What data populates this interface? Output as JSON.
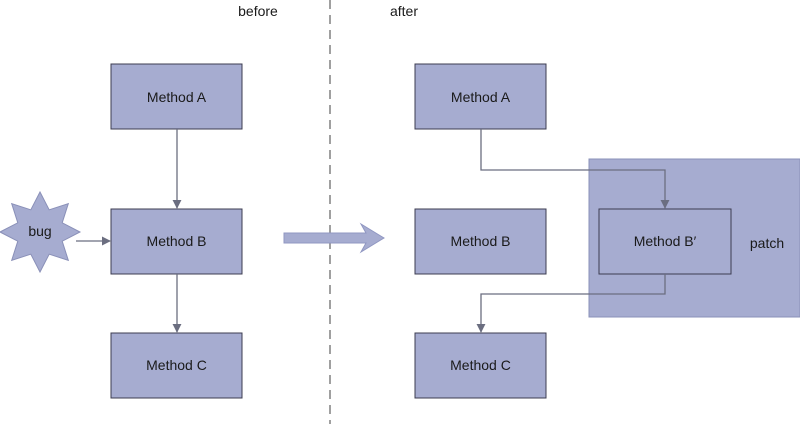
{
  "colors": {
    "box_fill": "#a6acd0",
    "box_stroke": "#3c3c50",
    "patch_fill": "#a6acd0",
    "arrow": "#6b6e80",
    "divider": "#808080",
    "big_arrow": "#a6acd0"
  },
  "headers": {
    "before": "before",
    "after": "after"
  },
  "before": {
    "method_a": "Method A",
    "method_b": "Method B",
    "method_c": "Method C",
    "bug": "bug"
  },
  "after": {
    "method_a": "Method A",
    "method_b": "Method B",
    "method_b_prime": "Method B′",
    "method_c": "Method C",
    "patch": "patch"
  }
}
